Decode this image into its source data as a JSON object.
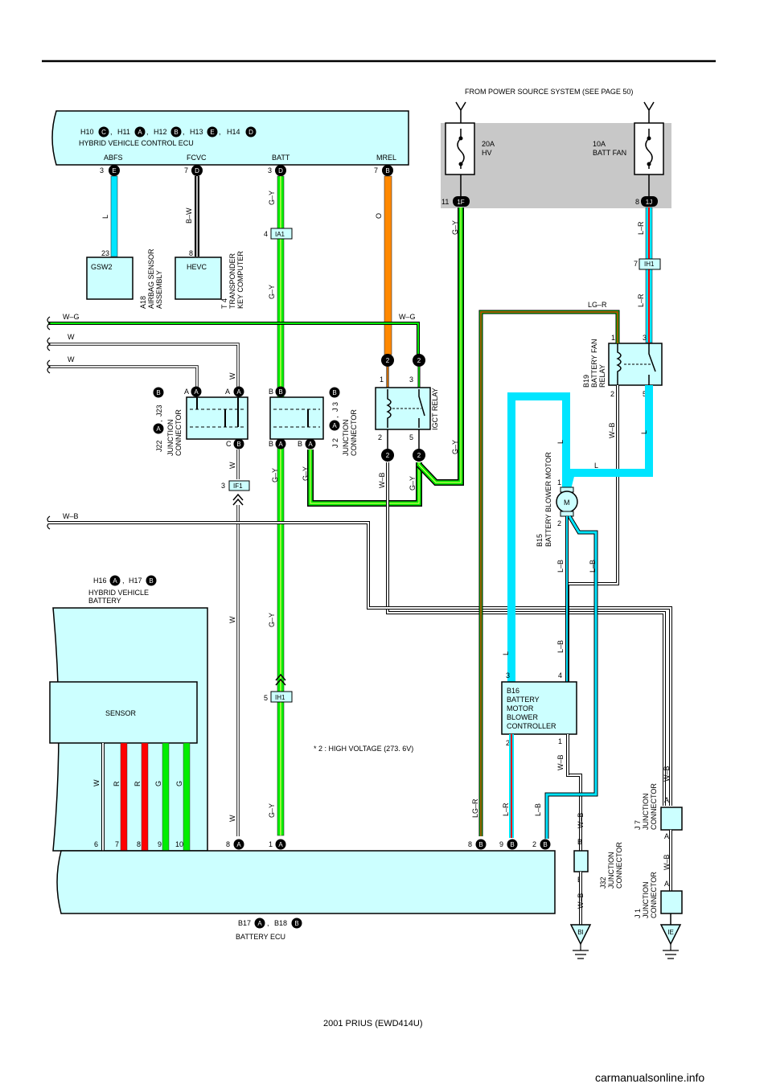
{
  "header": {
    "power_source": "FROM POWER SOURCE SYSTEM (SEE PAGE 50)",
    "ecu_codes": [
      {
        "code": "H10",
        "letter": "C"
      },
      {
        "code": "H11",
        "letter": "A"
      },
      {
        "code": "H12",
        "letter": "B"
      },
      {
        "code": "H13",
        "letter": "E"
      },
      {
        "code": "H14",
        "letter": "D"
      }
    ],
    "ecu_title": "HYBRID VEHICLE CONTROL ECU"
  },
  "ecu_pins": [
    {
      "name": "ABFS",
      "pin": "3",
      "letter": "E"
    },
    {
      "name": "FCVC",
      "pin": "7",
      "letter": "D"
    },
    {
      "name": "BATT",
      "pin": "3",
      "letter": "D"
    },
    {
      "name": "MREL",
      "pin": "7",
      "letter": "B"
    }
  ],
  "wires": {
    "abfs": "L",
    "fcvc": "B–W",
    "batt_top": "G–Y",
    "batt_mid": "G–Y",
    "batt_low": "G–Y",
    "batt_bottom": "G–Y",
    "mrel": "O",
    "wg_left": "W–G",
    "wg_right": "W–G",
    "w1": "W",
    "w2": "W",
    "w_a": "W",
    "w_c": "W",
    "w_low": "W",
    "w_bottom": "W",
    "wb_left": "W–B",
    "gy_right": "G–Y",
    "gy_relay": "G–Y",
    "gy_j": "G–Y",
    "gy_j2": "G–Y",
    "wb_relay": "W–B",
    "gy_relay2": "G–Y",
    "lr_top": "L–R",
    "lr_mid": "L–R",
    "lgr": "LG–R",
    "wb_fan": "W–B",
    "l_fan": "L",
    "l_motor": "L",
    "l_motor2": "L",
    "lb_motor1": "L–B",
    "lb_motor2": "L–B",
    "lb_ctrl": "L–B",
    "l_ctrl": "L",
    "wb_ctrl": "W–B",
    "lgr_bottom": "LG–R",
    "lr_bottom": "L–R",
    "lb_bottom": "L–B",
    "wb_j32": "W–B",
    "wb_j32b": "W–B",
    "wb_j7": "W–B",
    "wb_j7b": "W–B",
    "sensor_w": "W",
    "sensor_r1": "R",
    "sensor_r2": "R",
    "sensor_g1": "G",
    "sensor_g2": "G"
  },
  "fuses": [
    {
      "rating": "20A",
      "name": "HV",
      "pin": "11",
      "connector": "1F"
    },
    {
      "rating": "10A",
      "name": "BATT FAN",
      "pin": "8",
      "connector": "1J"
    }
  ],
  "components": {
    "gsw2": {
      "label": "GSW2",
      "pin_top": "23",
      "id": "A18",
      "name1": "AIRBAG SENSOR",
      "name2": "ASSEMBLY"
    },
    "hevc": {
      "label": "HEVC",
      "pin_top": "8",
      "id": "T 4",
      "name1": "TRANSPONDER",
      "name2": "KEY COMPUTER"
    },
    "ia1": {
      "pin": "4",
      "label": "IA1"
    },
    "ih1_top": {
      "pin": "7",
      "label": "IH1"
    },
    "if1": {
      "pin": "3",
      "label": "IF1"
    },
    "ih1_low": {
      "pin": "5",
      "label": "IH1"
    },
    "jc_left": {
      "id1": "J22",
      "l1": "A",
      "id2": "J23",
      "l2": "B",
      "name1": "JUNCTION",
      "name2": "CONNECTOR",
      "top_a": "A",
      "top_b": "A",
      "bottom_c": "C",
      "bottom_b": "B"
    },
    "jc_mid": {
      "id1": "J 2",
      "l1": "A",
      "id2": "J 3",
      "l2": "B",
      "name1": "JUNCTION",
      "name2": "CONNECTOR",
      "top_b": "B",
      "bottom_b1": "B",
      "bottom_b2": "B",
      "bottom_a1": "A",
      "bottom_a2": "A"
    },
    "relay": {
      "name": "IGCT RELAY",
      "p1": "1",
      "p2": "2",
      "p3": "3",
      "p5": "5",
      "c_top1": "2",
      "c_top2": "2",
      "c_bot1": "2",
      "c_bot2": "2"
    },
    "fan_relay": {
      "id": "B19",
      "name1": "BATTERY FAN",
      "name2": "RELAY",
      "p1": "1",
      "p2": "2",
      "p3": "3",
      "p5": "5"
    },
    "motor": {
      "id": "B15",
      "name": "BATTERY BLOWER MOTOR",
      "symbol": "M",
      "p1": "1",
      "p2": "2"
    },
    "controller": {
      "id": "B16",
      "lines": [
        "BATTERY",
        "MOTOR",
        "BLOWER",
        "CONTROLLER"
      ],
      "p3": "3",
      "p4": "4",
      "p2": "2",
      "p1": "1"
    },
    "battery": {
      "c1": "H16",
      "l1": "A",
      "c2": "H17",
      "l2": "B",
      "name1": "HYBRID VEHICLE",
      "name2": "BATTERY",
      "sensor": "SENSOR",
      "pins": [
        "6",
        "7",
        "8",
        "9",
        "10"
      ]
    },
    "battery_ecu": {
      "c1": "B17",
      "l1": "A",
      "c2": "B18",
      "l2": "B",
      "name": "BATTERY ECU",
      "pin_w": "8",
      "pin_w_l": "A",
      "pin_gy": "1",
      "pin_gy_l": "A",
      "pin_lgr": "8",
      "pin_lgr_l": "B",
      "pin_lr": "9",
      "pin_lr_l": "B",
      "pin_lb": "2",
      "pin_lb_l": "B"
    },
    "j32": {
      "id": "J32",
      "name1": "JUNCTION",
      "name2": "CONNECTOR",
      "p_top": "B",
      "p_bot": "B",
      "ground": "BI"
    },
    "j7": {
      "id": "J 7",
      "name1": "JUNCTION",
      "name2": "CONNECTOR",
      "p_top": "A",
      "p_bot": "A"
    },
    "j1": {
      "id": "J 1",
      "name1": "JUNCTION",
      "name2": "CONNECTOR",
      "p_top": "A",
      "ground": "IE"
    }
  },
  "note": "* 2 : HIGH VOLTAGE (273. 6V)",
  "footer": "2001 PRIUS (EWD414U)",
  "watermark": "carmanualsonline.info",
  "colors": {
    "blue": "#00e5ff",
    "green": "#00ee00",
    "orange": "#ff8800",
    "red": "#ff0000",
    "comp": "#ccffff",
    "fuse_box": "#c8c8c8"
  }
}
